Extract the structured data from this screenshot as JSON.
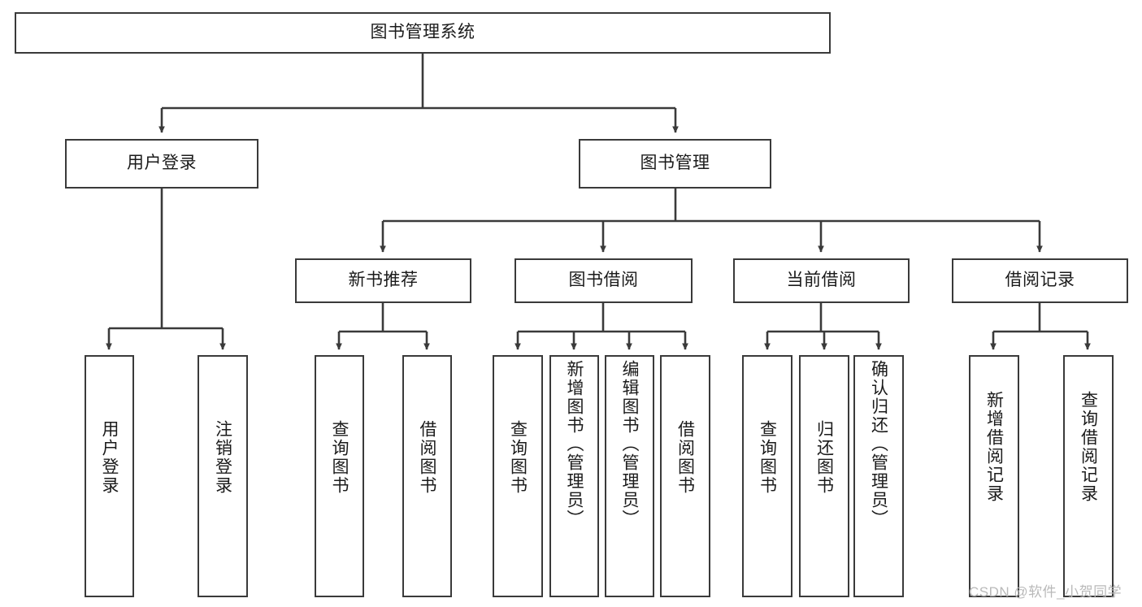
{
  "diagram": {
    "title": "图书管理系统",
    "type": "hierarchy-tree",
    "watermark": "CSDN @软件_小贺同学",
    "colors": {
      "background": "#ffffff",
      "stroke": "#3a3a3a",
      "text": "#1b1b1b",
      "watermark": "#b9b9b9"
    },
    "nodes": {
      "root": {
        "label": "图书管理系统"
      },
      "level1": [
        {
          "id": "user-login",
          "label": "用户登录"
        },
        {
          "id": "book-manage",
          "label": "图书管理"
        }
      ],
      "level2": [
        {
          "id": "new-book-recommend",
          "label": "新书推荐"
        },
        {
          "id": "book-borrow",
          "label": "图书借阅"
        },
        {
          "id": "current-borrow",
          "label": "当前借阅"
        },
        {
          "id": "borrow-record",
          "label": "借阅记录"
        }
      ],
      "leaves": {
        "user-login": [
          {
            "id": "leaf-user-login",
            "label": "用户登录"
          },
          {
            "id": "leaf-user-logout",
            "label": "注销登录"
          }
        ],
        "new-book-recommend": [
          {
            "id": "leaf-query-book-1",
            "label": "查询图书"
          },
          {
            "id": "leaf-borrow-book-1",
            "label": "借阅图书"
          }
        ],
        "book-borrow": [
          {
            "id": "leaf-query-book-2",
            "label": "查询图书"
          },
          {
            "id": "leaf-add-book",
            "label": "新增图书（管理员）"
          },
          {
            "id": "leaf-edit-book",
            "label": "编辑图书（管理员）"
          },
          {
            "id": "leaf-borrow-book-2",
            "label": "借阅图书"
          }
        ],
        "current-borrow": [
          {
            "id": "leaf-query-book-3",
            "label": "查询图书"
          },
          {
            "id": "leaf-return-book",
            "label": "归还图书"
          },
          {
            "id": "leaf-confirm-return",
            "label": "确认归还（管理员）"
          }
        ],
        "borrow-record": [
          {
            "id": "leaf-add-record",
            "label": "新增借阅记录"
          },
          {
            "id": "leaf-query-record",
            "label": "查询借阅记录"
          }
        ]
      }
    }
  }
}
